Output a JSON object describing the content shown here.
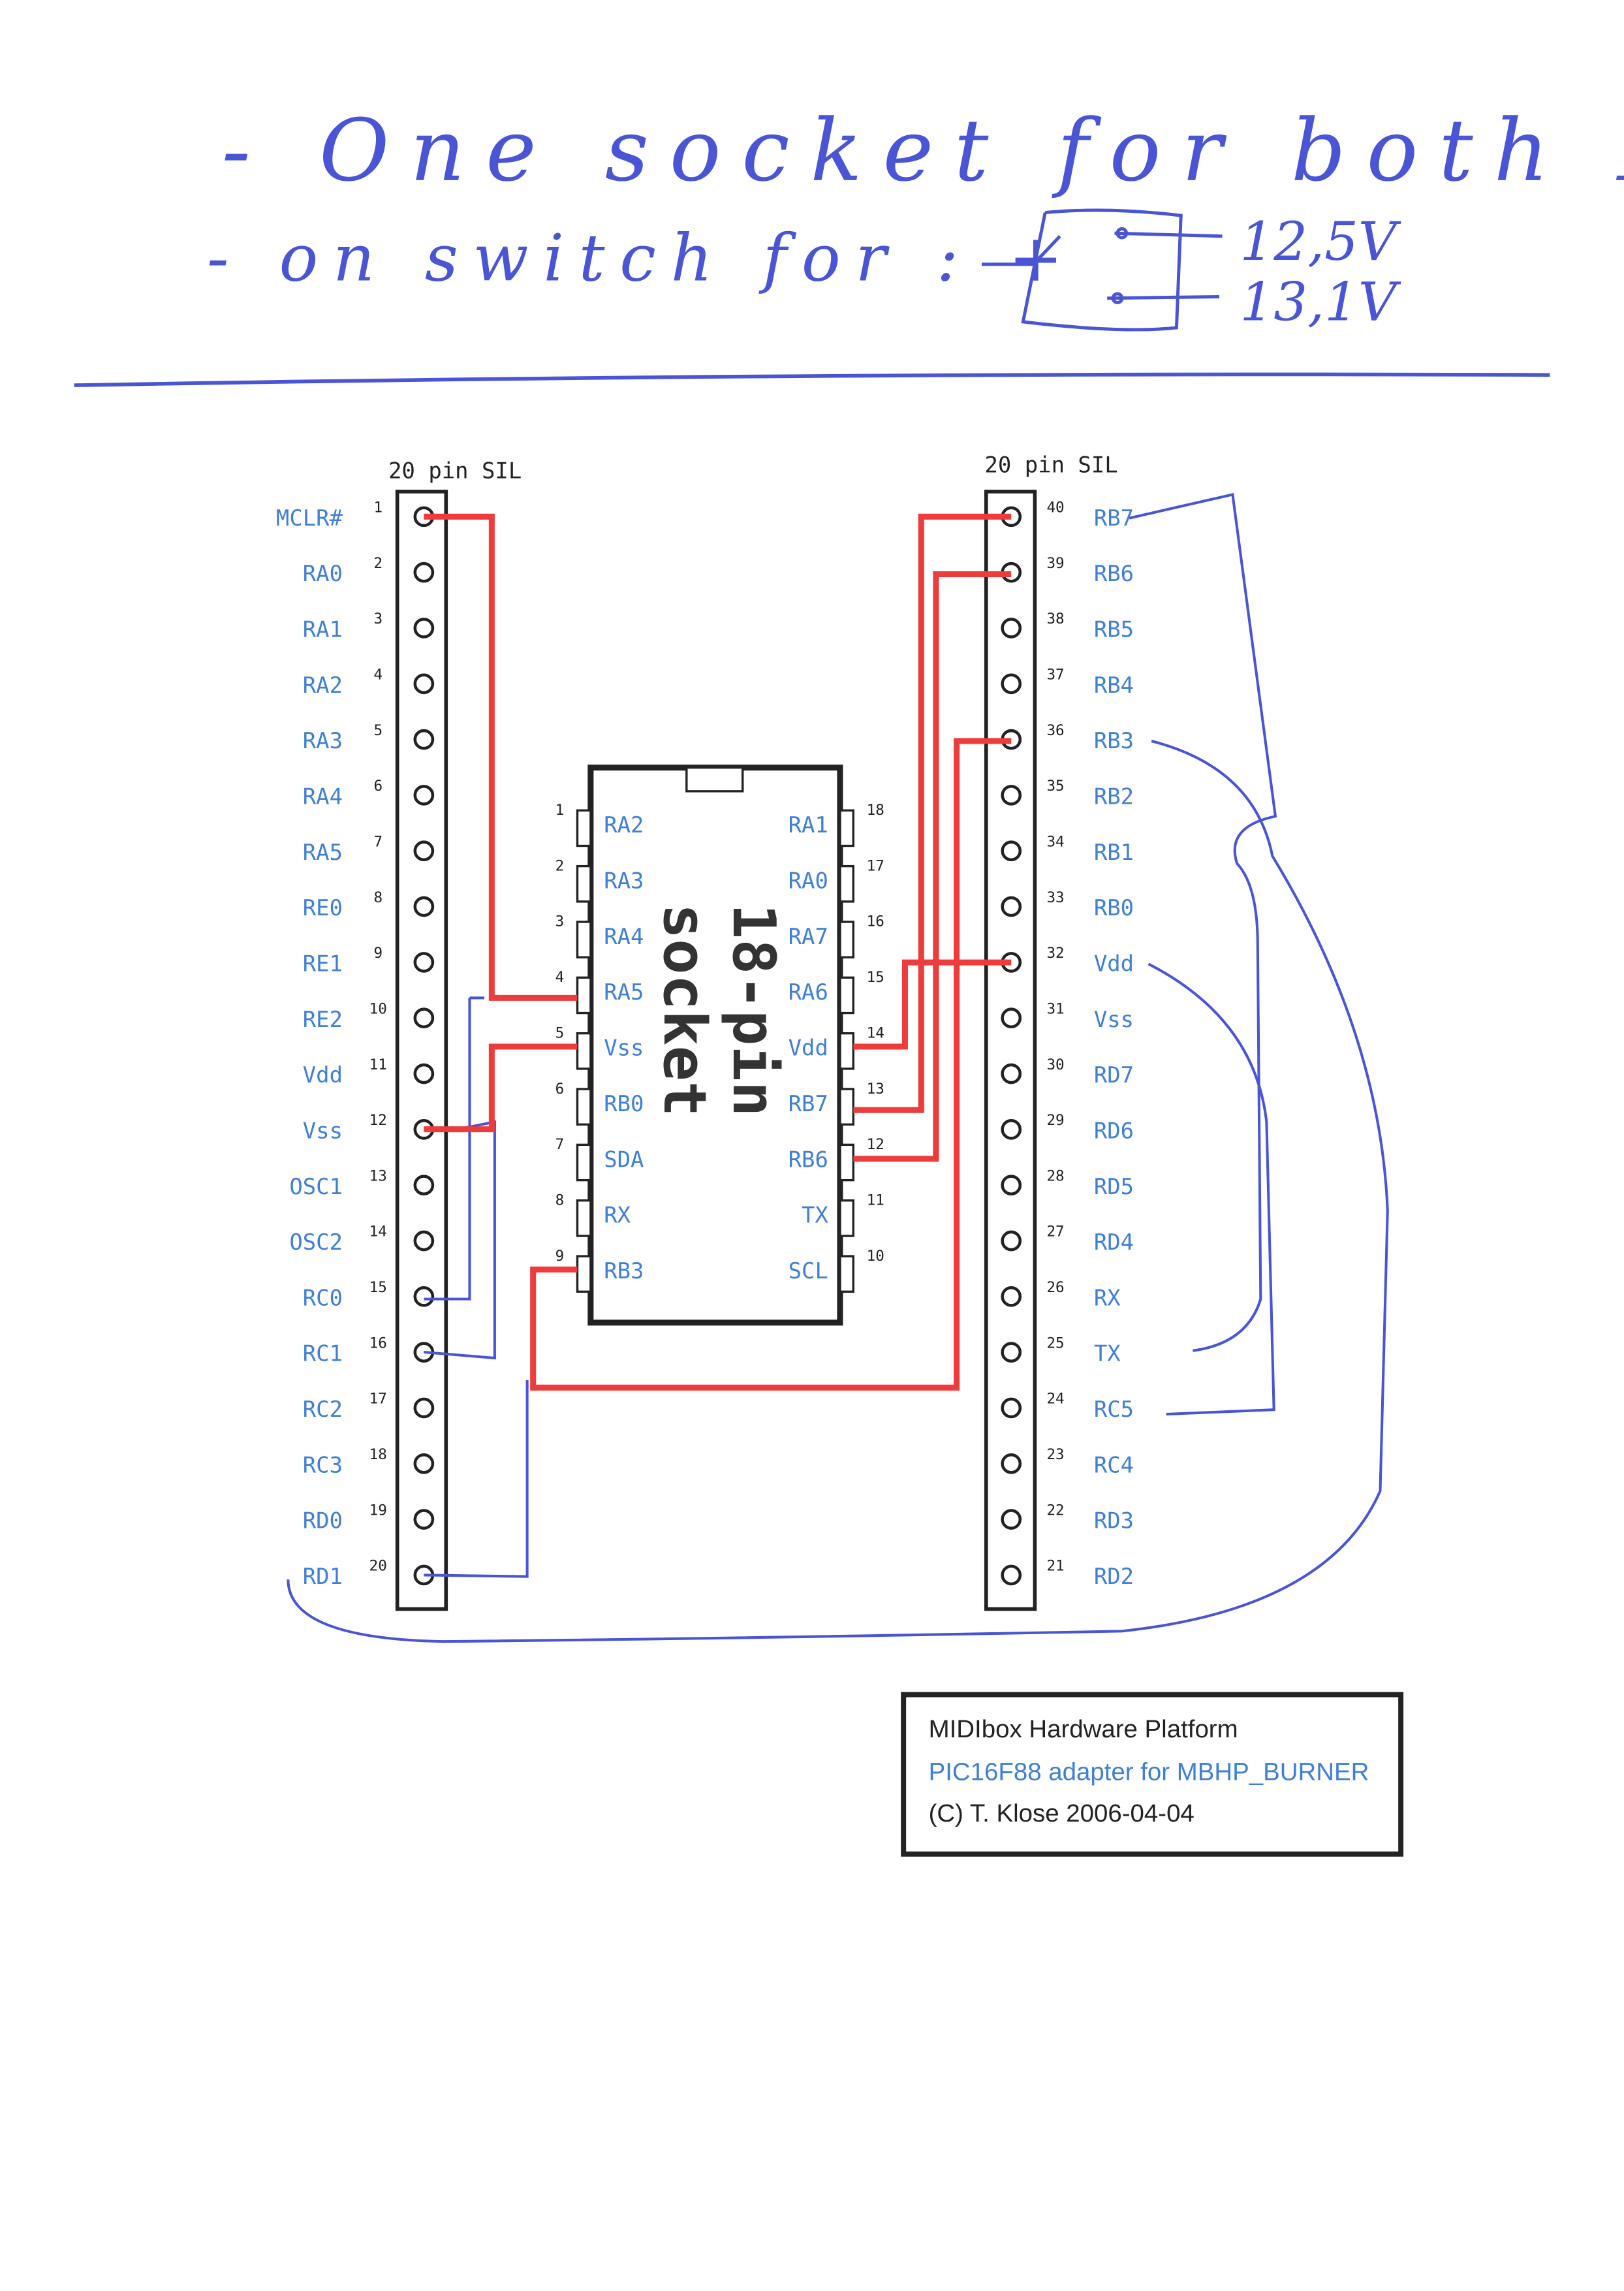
{
  "notes": {
    "line1": "- One socket for both Pic",
    "line2": "- on switch for : +",
    "switch_options": [
      "12,5V",
      "13,1V"
    ]
  },
  "left_sil": {
    "title": "20 pin SIL",
    "pins": [
      {
        "num": "1",
        "label": "MCLR#"
      },
      {
        "num": "2",
        "label": "RA0"
      },
      {
        "num": "3",
        "label": "RA1"
      },
      {
        "num": "4",
        "label": "RA2"
      },
      {
        "num": "5",
        "label": "RA3"
      },
      {
        "num": "6",
        "label": "RA4"
      },
      {
        "num": "7",
        "label": "RA5"
      },
      {
        "num": "8",
        "label": "RE0"
      },
      {
        "num": "9",
        "label": "RE1"
      },
      {
        "num": "10",
        "label": "RE2"
      },
      {
        "num": "11",
        "label": "Vdd"
      },
      {
        "num": "12",
        "label": "Vss"
      },
      {
        "num": "13",
        "label": "OSC1"
      },
      {
        "num": "14",
        "label": "OSC2"
      },
      {
        "num": "15",
        "label": "RC0"
      },
      {
        "num": "16",
        "label": "RC1"
      },
      {
        "num": "17",
        "label": "RC2"
      },
      {
        "num": "18",
        "label": "RC3"
      },
      {
        "num": "19",
        "label": "RD0"
      },
      {
        "num": "20",
        "label": "RD1"
      }
    ]
  },
  "right_sil": {
    "title": "20 pin SIL",
    "pins": [
      {
        "num": "40",
        "label": "RB7"
      },
      {
        "num": "39",
        "label": "RB6"
      },
      {
        "num": "38",
        "label": "RB5"
      },
      {
        "num": "37",
        "label": "RB4"
      },
      {
        "num": "36",
        "label": "RB3"
      },
      {
        "num": "35",
        "label": "RB2"
      },
      {
        "num": "34",
        "label": "RB1"
      },
      {
        "num": "33",
        "label": "RB0"
      },
      {
        "num": "32",
        "label": "Vdd"
      },
      {
        "num": "31",
        "label": "Vss"
      },
      {
        "num": "30",
        "label": "RD7"
      },
      {
        "num": "29",
        "label": "RD6"
      },
      {
        "num": "28",
        "label": "RD5"
      },
      {
        "num": "27",
        "label": "RD4"
      },
      {
        "num": "26",
        "label": "RX"
      },
      {
        "num": "25",
        "label": "TX"
      },
      {
        "num": "24",
        "label": "RC5"
      },
      {
        "num": "23",
        "label": "RC4"
      },
      {
        "num": "22",
        "label": "RD3"
      },
      {
        "num": "21",
        "label": "RD2"
      }
    ]
  },
  "socket": {
    "title_line1": "18-pin",
    "title_line2": "socket",
    "left_pins": [
      {
        "num": "1",
        "label": "RA2"
      },
      {
        "num": "2",
        "label": "RA3"
      },
      {
        "num": "3",
        "label": "RA4"
      },
      {
        "num": "4",
        "label": "RA5"
      },
      {
        "num": "5",
        "label": "Vss"
      },
      {
        "num": "6",
        "label": "RB0"
      },
      {
        "num": "7",
        "label": "SDA"
      },
      {
        "num": "8",
        "label": "RX"
      },
      {
        "num": "9",
        "label": "RB3"
      }
    ],
    "right_pins": [
      {
        "num": "18",
        "label": "RA1"
      },
      {
        "num": "17",
        "label": "RA0"
      },
      {
        "num": "16",
        "label": "RA7"
      },
      {
        "num": "15",
        "label": "RA6"
      },
      {
        "num": "14",
        "label": "Vdd"
      },
      {
        "num": "13",
        "label": "RB7"
      },
      {
        "num": "12",
        "label": "RB6"
      },
      {
        "num": "11",
        "label": "TX"
      },
      {
        "num": "10",
        "label": "SCL"
      }
    ]
  },
  "title_block": {
    "line1": "MIDIbox Hardware Platform",
    "line2": "PIC16F88 adapter for MBHP_BURNER",
    "line3": "(C) T. Klose 2006-04-04"
  },
  "colors": {
    "wire_red": "#ee3b3b",
    "pen_blue": "#4a55d6",
    "label_blue": "#3f7fd6",
    "ink": "#222222"
  }
}
